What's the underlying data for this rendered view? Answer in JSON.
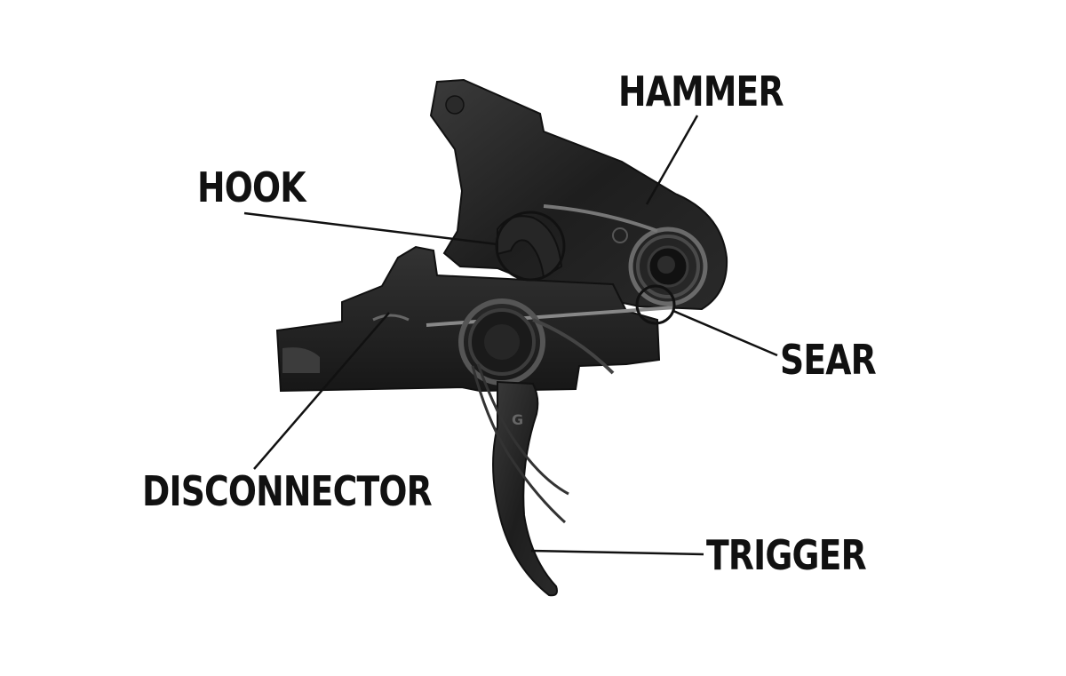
{
  "labels": {
    "hammer": "HAMMER",
    "hook": "HOOK",
    "sear": "SEAR",
    "disconnector": "DISCONNECTOR",
    "trigger": "TRIGGER"
  },
  "colors": {
    "part_dark": "#1c1c1c",
    "part_mid": "#2e2e2e",
    "part_light": "#4a4a4a",
    "leader_line": "#111111",
    "background": "#ffffff"
  }
}
